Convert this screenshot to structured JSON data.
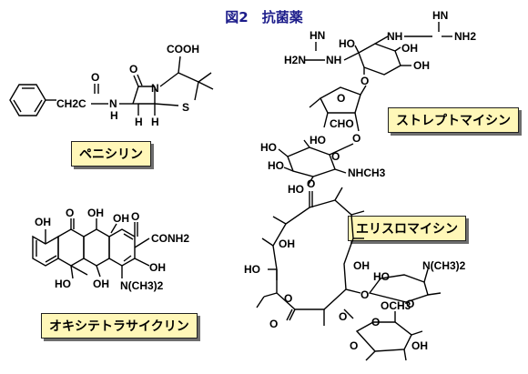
{
  "figure_title": "図2　抗菌薬",
  "names": {
    "penicillin": "ペニシリン",
    "streptomycin": "ストレプトマイシン",
    "oxytetracycline": "オキシテトラサイクリン",
    "erythromycin": "エリスロマイシン"
  },
  "atoms": {
    "cooh": "COOH",
    "o": "O",
    "n": "N",
    "s": "S",
    "h": "H",
    "ch2c": "CH2C",
    "nh": "N",
    "h_amide": "H",
    "nh_top": "NH",
    "nh2": "NH2",
    "h2n": "H2N",
    "ho": "HO",
    "oh": "OH",
    "cho": "CHO",
    "nhch3": "NHCH3",
    "conh2": "CONH2",
    "n_ch3_2": "N(CH3)2",
    "och3": "OCH3",
    "hn": "HN"
  }
}
